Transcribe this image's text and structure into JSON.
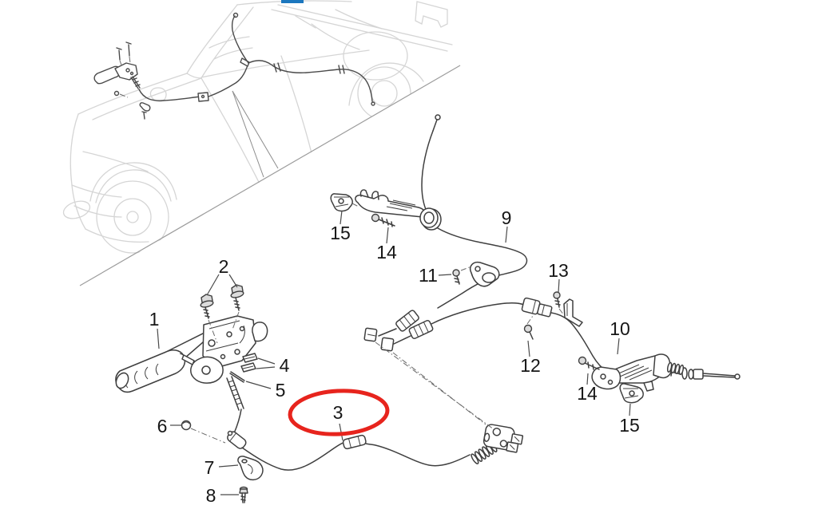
{
  "diagram": {
    "description": "Exploded parts diagram of a parking brake cable system with vehicle location sketch",
    "callouts": [
      {
        "label": "1"
      },
      {
        "label": "2"
      },
      {
        "label": "3"
      },
      {
        "label": "4"
      },
      {
        "label": "5"
      },
      {
        "label": "6"
      },
      {
        "label": "7"
      },
      {
        "label": "8"
      },
      {
        "label": "9"
      },
      {
        "label": "10"
      },
      {
        "label": "11"
      },
      {
        "label": "12"
      },
      {
        "label": "13"
      },
      {
        "label": "14"
      },
      {
        "label": "15"
      },
      {
        "label": "14"
      },
      {
        "label": "15"
      }
    ],
    "highlight": {
      "around_callout": "3",
      "color": "#e7241d"
    },
    "colors": {
      "part_line": "#3f3f3f",
      "vehicle_line": "#d5d5d5",
      "leader_line": "#4a4a4a",
      "callout_text": "#161616"
    },
    "top_edge_fragment_color": "#1c77be"
  }
}
